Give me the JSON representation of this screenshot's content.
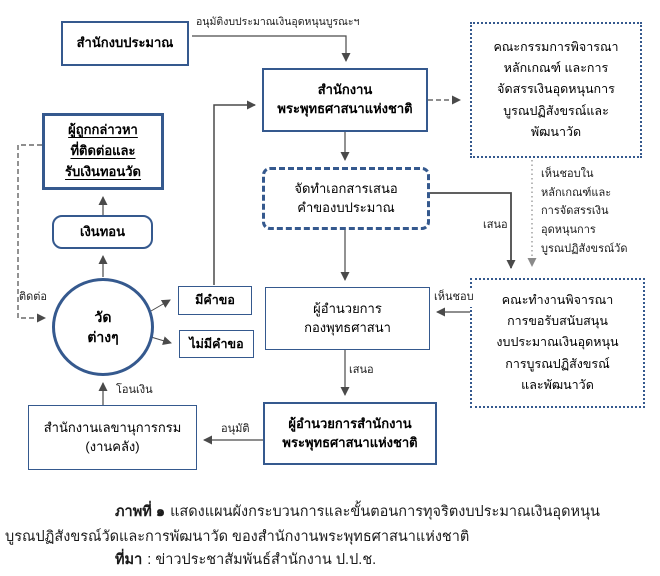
{
  "nodes": {
    "budget_bureau": "สำนักงบประมาณ",
    "accused": "ผู้ถูกกล่าวหา\nที่ติดต่อและ\nรับเงินทอนวัด",
    "kickback": "เงินทอน",
    "temples": "วัด\nต่างๆ",
    "has_request": "มีคำขอ",
    "no_request": "ไม่มีคำขอ",
    "national_office": "สำนักงาน\nพระพุทธศาสนาแห่งชาติ",
    "prepare_docs": "จัดทำเอกสารเสนอ\nคำของบประมาณ",
    "director_division": "ผู้อำนวยการ\nกองพุทธศาสนา",
    "director_office": "ผู้อำนวยการสำนักงาน\nพระพุทธศาสนาแห่งชาติ",
    "secretariat": "สำนักงานเลขานุการกรม\n(งานคลัง)",
    "committee": "คณะกรรมการพิจารณา\nหลักเกณฑ์ และการ\nจัดสรรเงินอุดหนุนการ\nบูรณปฏิสังขรณ์และ\nพัฒนาวัด",
    "working_group": "คณะทำงานพิจารณา\nการขอรับสนับสนุน\nงบประมาณเงินอุดหนุน\nการบูรณปฏิสังขรณ์\nและพัฒนาวัด"
  },
  "edge_labels": {
    "approve_budget": "อนุมัติงบประมาณเงินอุดหนุนบูรณะฯ",
    "contact": "ติดต่อ",
    "transfer_money": "โอนเงิน",
    "approve": "อนุมัติ",
    "propose": "เสนอ",
    "endorse": "เห็นชอบ",
    "endorse_criteria": "เห็นชอบใน\nหลักเกณฑ์และ\nการจัดสรรเงิน\nอุดหนุนการ\nบูรณปฏิสังขรณ์วัด"
  },
  "caption": {
    "figure_label": "ภาพที่ ๑",
    "figure_text": "แสดงแผนผังกระบวนการและขั้นตอนการทุจริตงบประมาณเงินอุดหนุน",
    "figure_text2": "บูรณปฏิสังขรณ์วัดและการพัฒนาวัด ของสำนักงานพระพุทธศาสนาแห่งชาติ",
    "source_label": "ที่มา",
    "source_text": ": ข่าวประชาสัมพันธ์สำนักงาน ป.ป.ช."
  },
  "colors": {
    "box_border": "#35598e",
    "connector_line": "#4a4a4a",
    "dotted_connector": "#8a8a8a",
    "text": "#000000",
    "background": "#ffffff"
  }
}
